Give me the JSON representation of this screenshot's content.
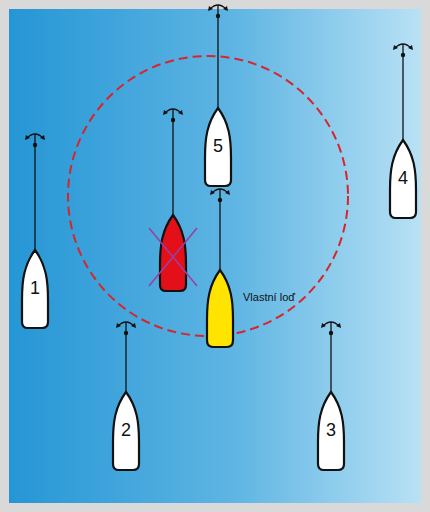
{
  "diagram": {
    "nodes": [
      {
        "text": [
          "5"
        ]
      },
      {
        "text": [
          "4"
        ]
      },
      {
        "text": [
          "1"
        ]
      },
      {
        "text": [
          "2"
        ]
      },
      {
        "text": [
          "3"
        ]
      }
    ],
    "labels": [
      "Vlastní loď"
    ]
  }
}
